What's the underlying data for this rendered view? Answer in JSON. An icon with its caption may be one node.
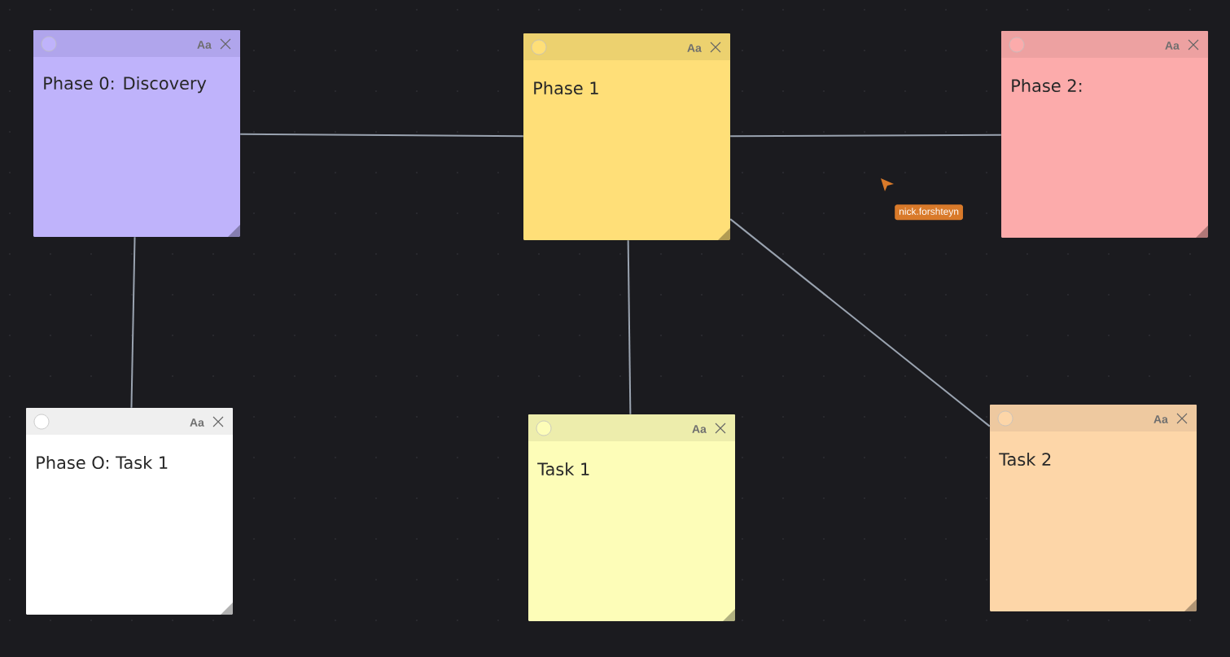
{
  "diagram": {
    "nodes": [
      {
        "text": [
          "Aa",
          "Phase 0: Discovery"
        ]
      },
      {
        "text": [
          "Aa",
          "Phase 1"
        ]
      },
      {
        "text": [
          "Aa",
          "Phase 2:"
        ]
      },
      {
        "text": [
          "Aa",
          "Phase O: Task 1"
        ]
      },
      {
        "text": [
          "Aa",
          "Task 1"
        ]
      },
      {
        "text": [
          "Aa",
          "Task 2"
        ]
      }
    ],
    "edges": [
      {
        "from": 0,
        "to": 1,
        "arrow": "none"
      },
      {
        "from": 1,
        "to": 2,
        "arrow": "none"
      },
      {
        "from": 0,
        "to": 3,
        "arrow": "none"
      },
      {
        "from": 1,
        "to": 4,
        "arrow": "none"
      },
      {
        "from": 1,
        "to": 5,
        "arrow": "none"
      }
    ],
    "labels": [
      "nick.forshteyn"
    ]
  }
}
